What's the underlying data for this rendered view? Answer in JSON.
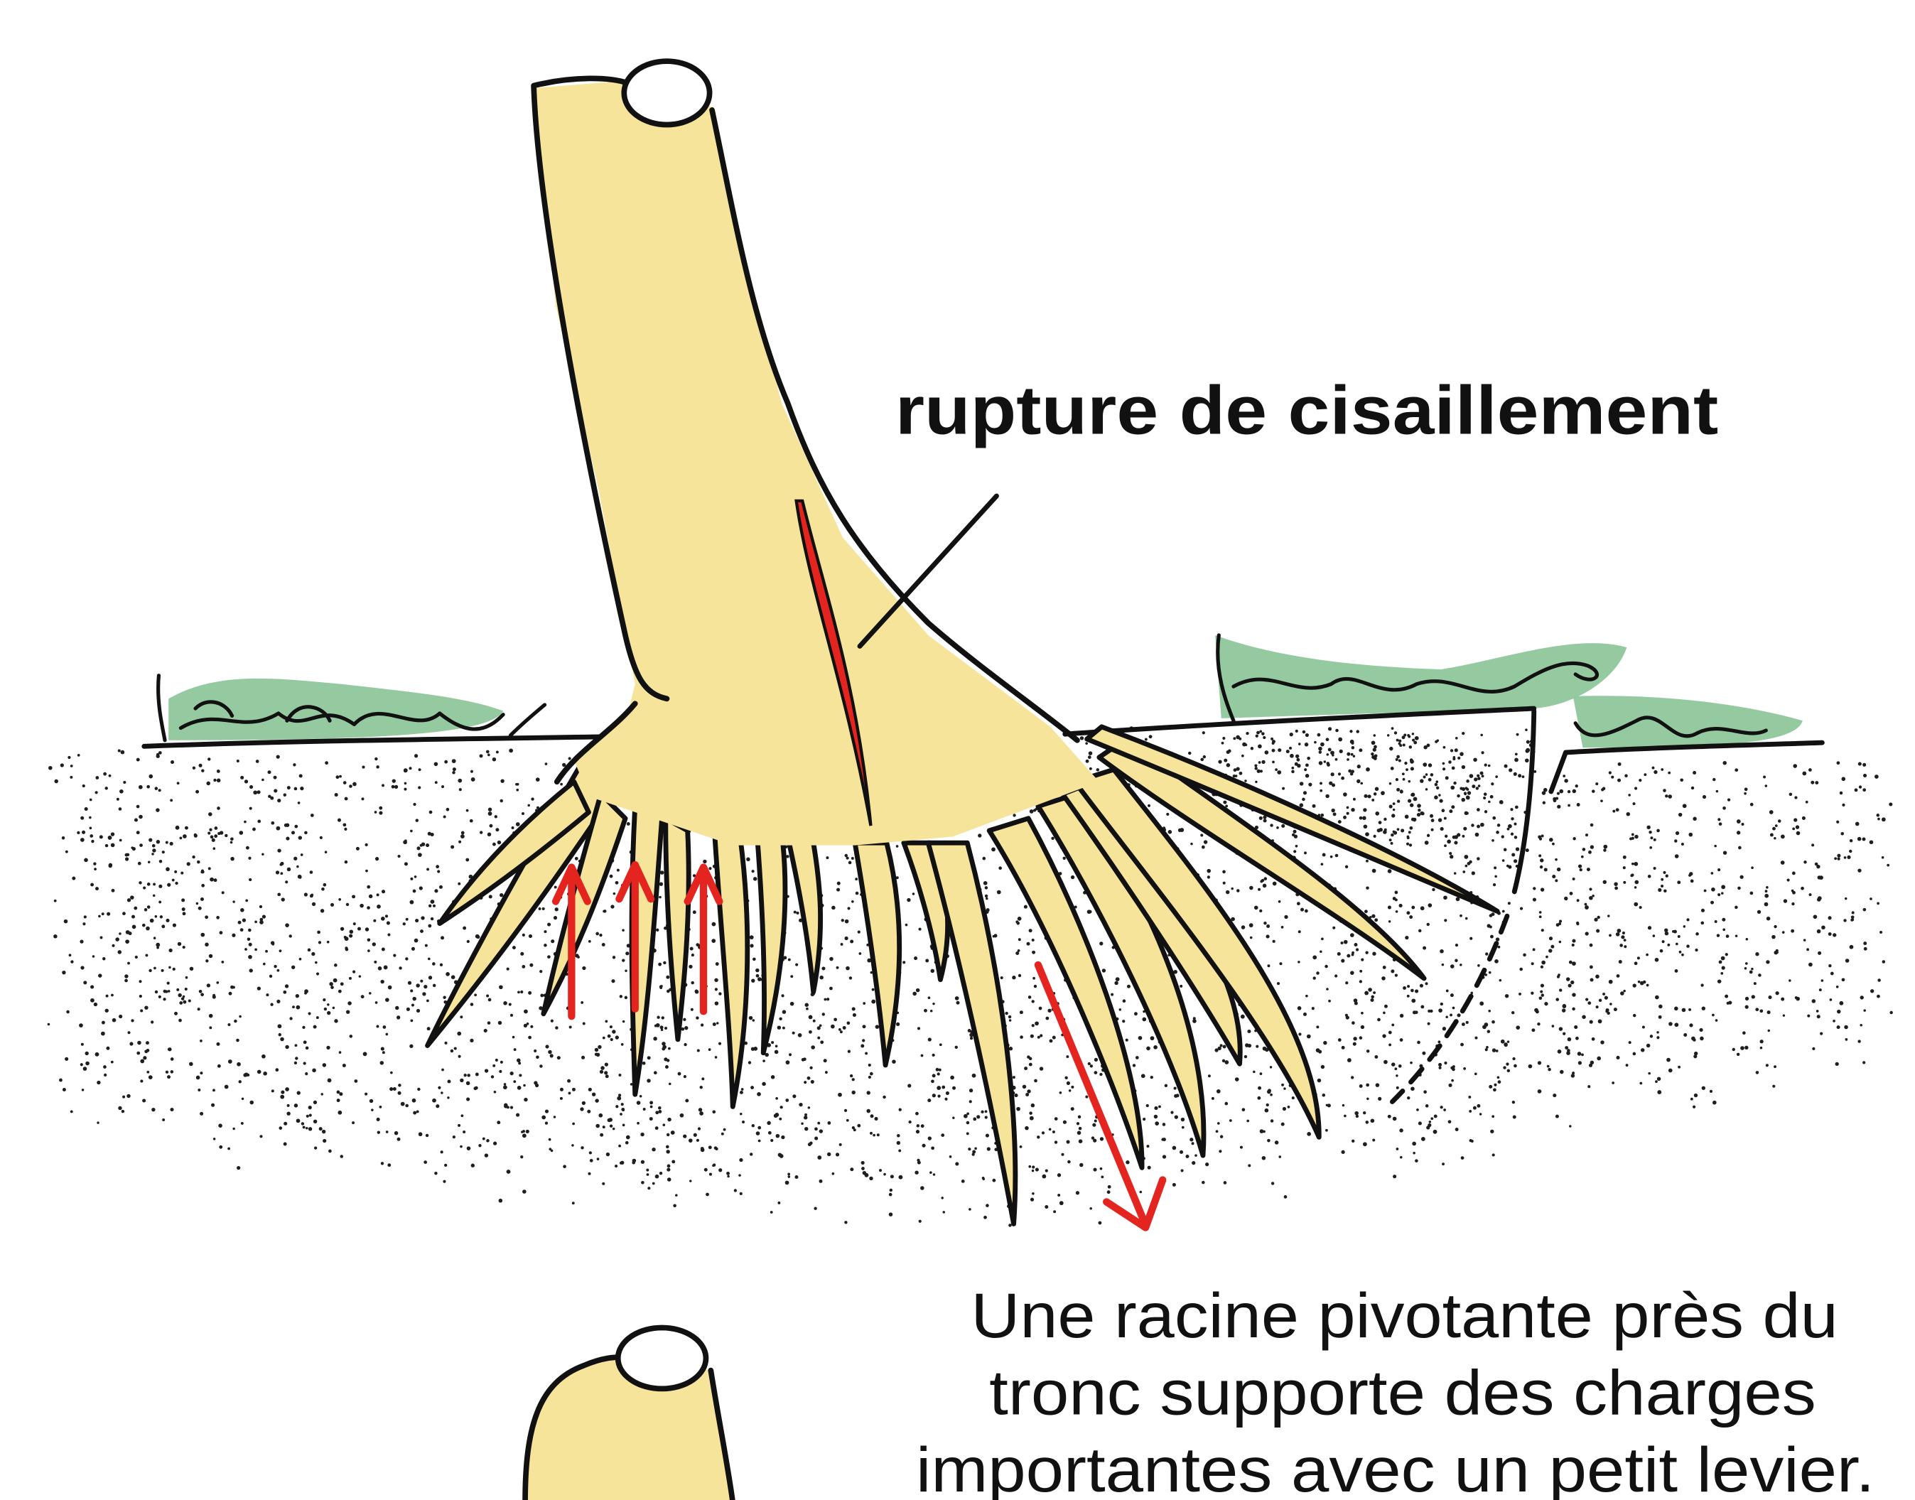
{
  "labels": {
    "shear_failure": "rupture de cisaillement"
  },
  "caption": {
    "line1": "Une racine pivotante près du",
    "line2": "tronc supporte des charges",
    "line3": "importantes avec un petit levier."
  },
  "colors": {
    "background": "#ffffff",
    "trunk_fill": "#f6e49b",
    "outline": "#111111",
    "grass": "#8fc79c",
    "red": "#e3241f",
    "soil_dot": "#1e1e1e"
  }
}
